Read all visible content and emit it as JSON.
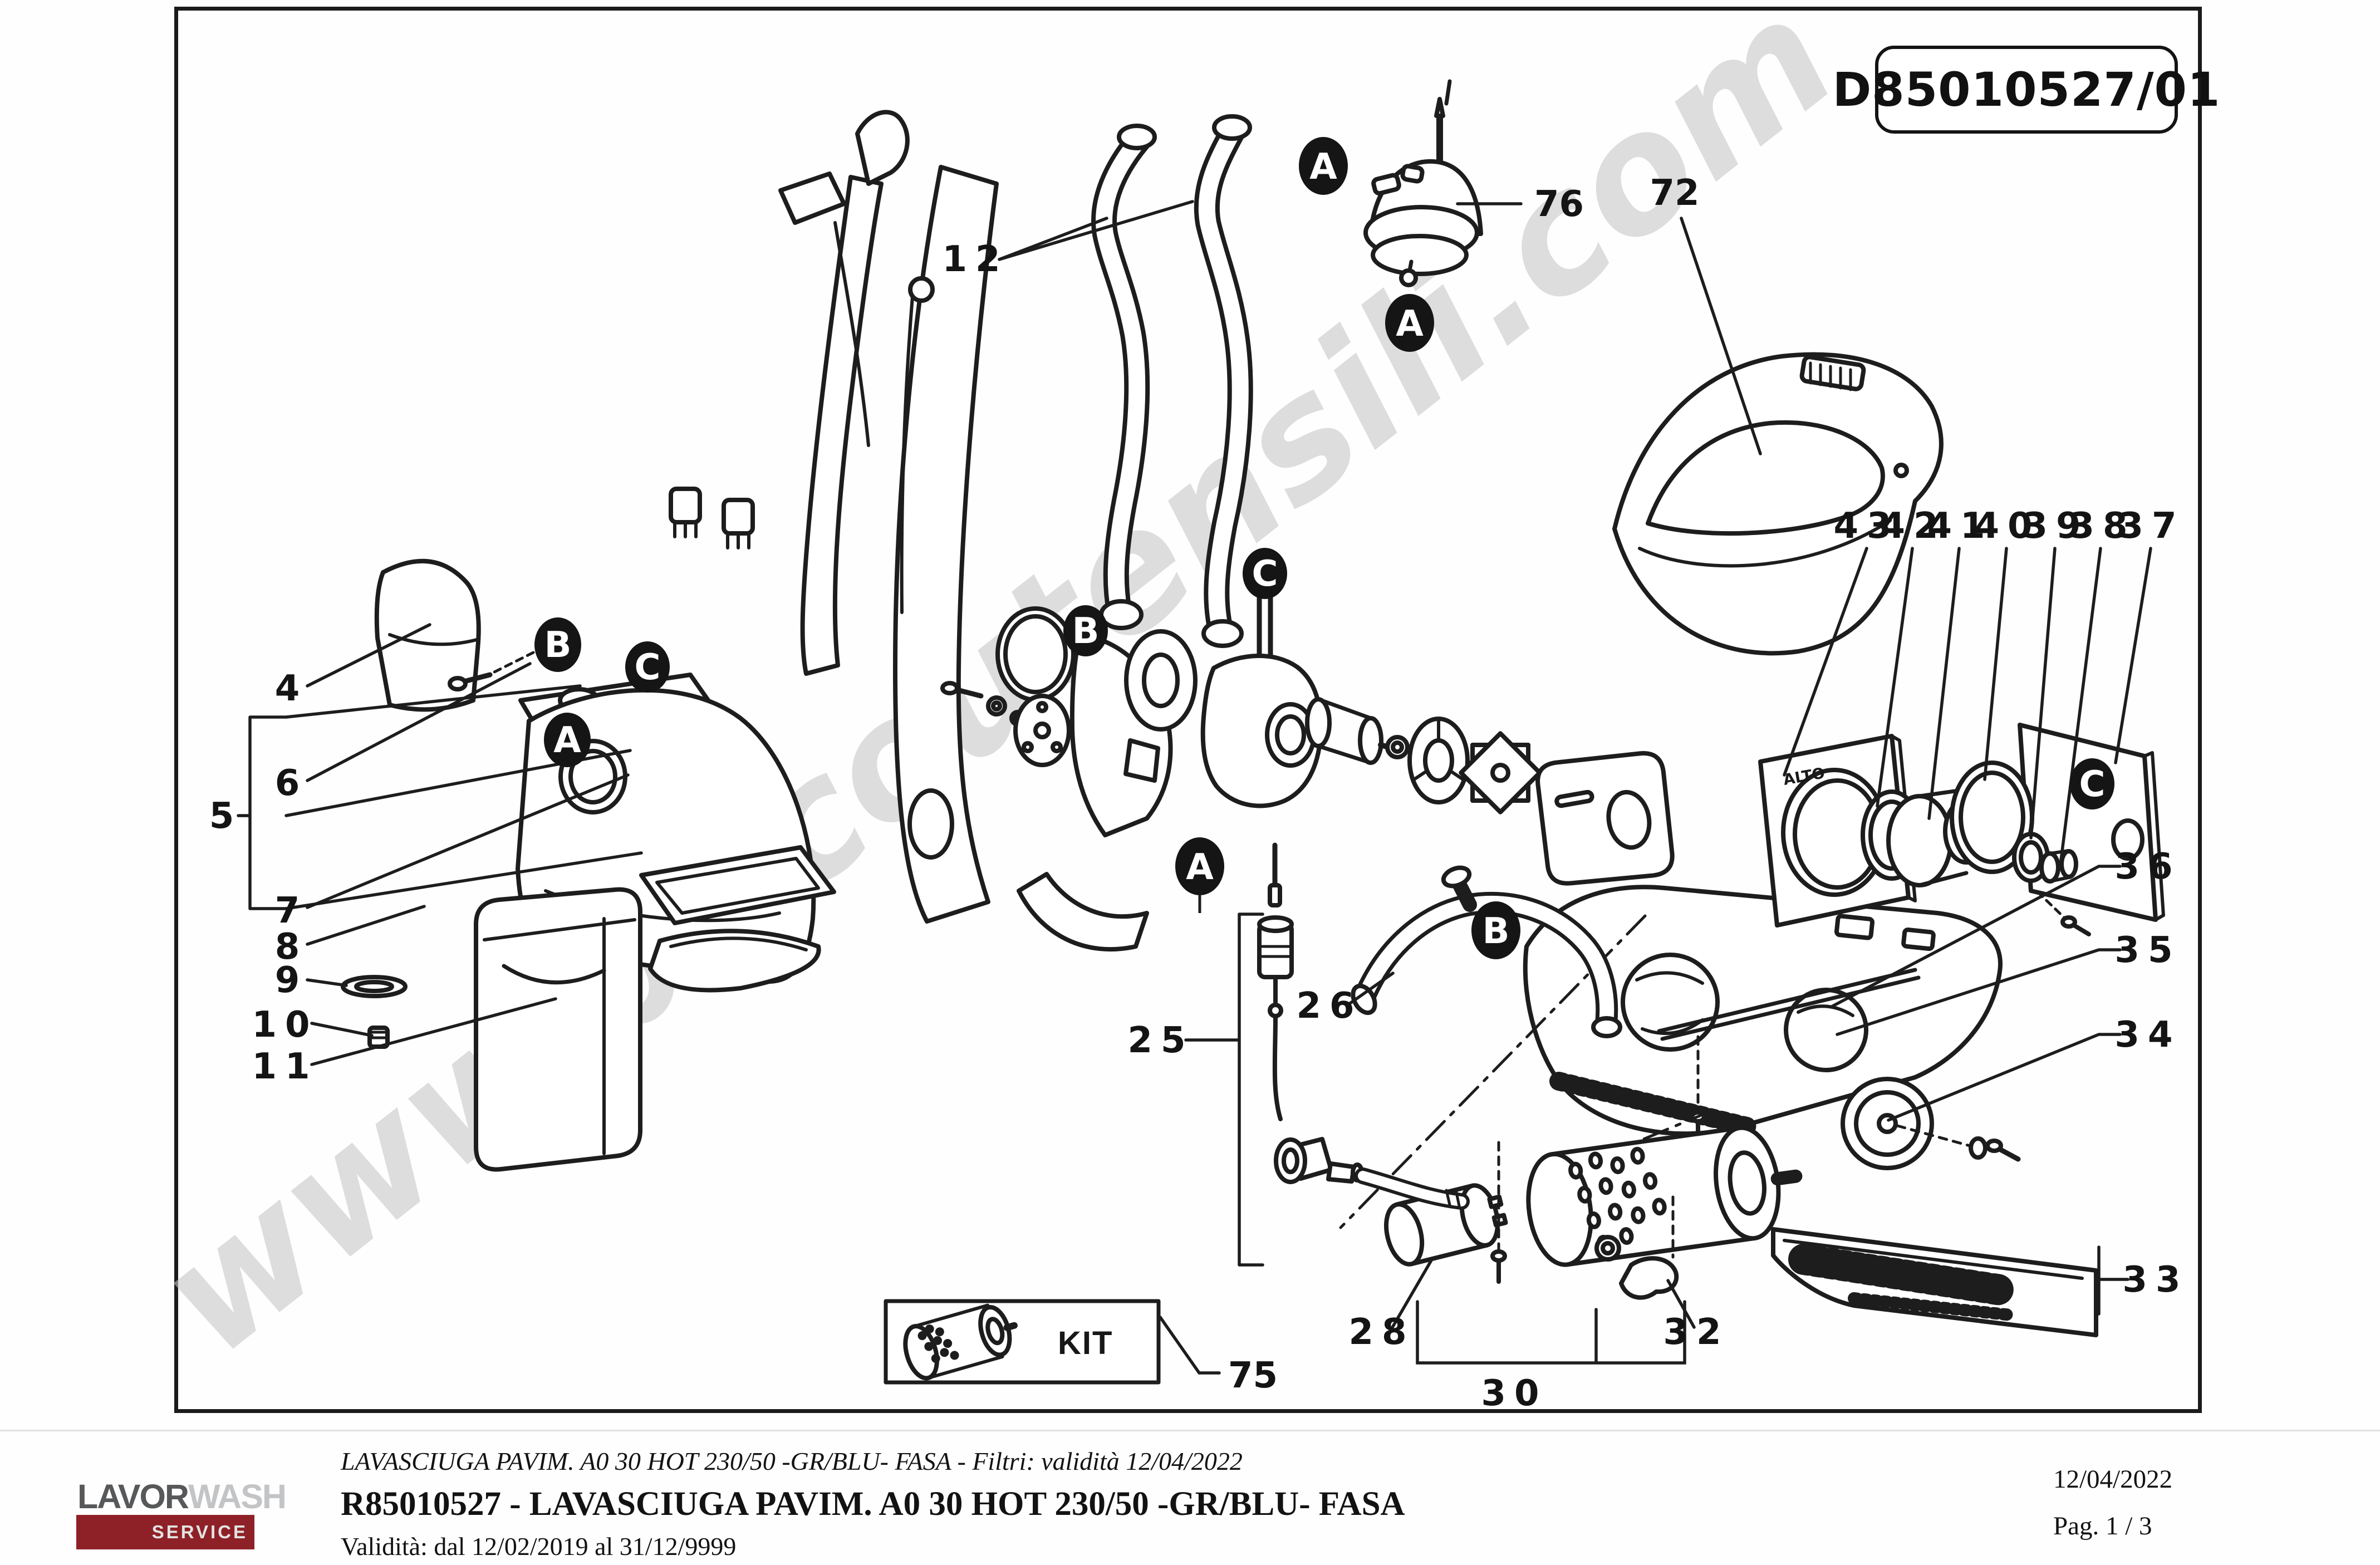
{
  "doc": {
    "drawing_number": "D85010527/01",
    "watermark": "www.bricoutensili.com",
    "kit_label": "KIT",
    "alto_label": "ALTO"
  },
  "markers": {
    "a": "A",
    "b": "B",
    "c": "C"
  },
  "callouts": {
    "c4": "4",
    "c5": "5",
    "c6": "6",
    "c7": "7",
    "c8": "8",
    "c9": "9",
    "c10": "10",
    "c11": "11",
    "c12": "12",
    "c25": "25",
    "c26": "26",
    "c28": "28",
    "c30": "30",
    "c32": "32",
    "c33": "33",
    "c34": "34",
    "c35": "35",
    "c36": "36",
    "c37": "37",
    "c38": "38",
    "c39": "39",
    "c40": "40",
    "c41": "41",
    "c42": "42",
    "c43": "43",
    "c72": "72",
    "c75": "75",
    "c76": "76"
  },
  "footer": {
    "logo_primary": "LAVOR",
    "logo_secondary": "WASH",
    "logo_banner": "SERVICE",
    "banner_color": "#8e2127",
    "model_line": "LAVASCIUGA PAVIM. A0 30 HOT 230/50 -GR/BLU- FASA - Filtri: validità 12/04/2022",
    "title": "R85010527 - LAVASCIUGA PAVIM. A0 30 HOT 230/50 -GR/BLU- FASA",
    "validity": "Validità: dal 12/02/2019 al 31/12/9999",
    "date": "12/04/2022",
    "page": "Pag. 1 / 3"
  }
}
